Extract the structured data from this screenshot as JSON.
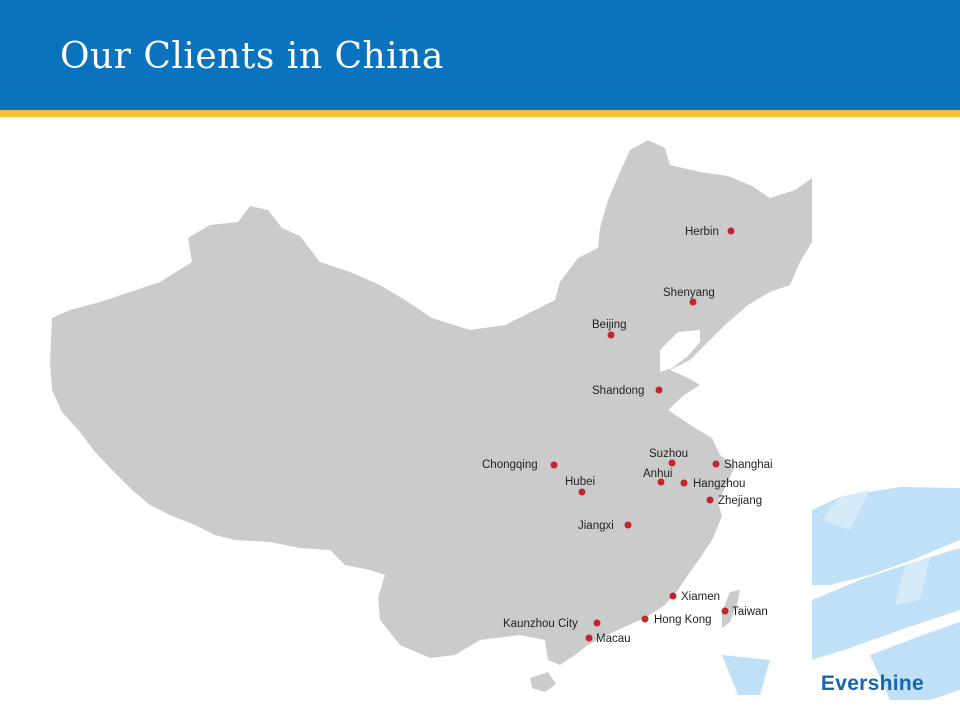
{
  "slide": {
    "title": "Our Clients in China",
    "brand": "Evershine"
  },
  "colors": {
    "header": "#0b72bd",
    "stripe": "#f7bd3a",
    "map_fill": "#cbcbcb",
    "marker": "#c4242b",
    "brand": "#1667ad"
  },
  "cities": [
    {
      "name": "Herbin"
    },
    {
      "name": "Shenyang"
    },
    {
      "name": "Beijing"
    },
    {
      "name": "Shandong"
    },
    {
      "name": "Suzhou"
    },
    {
      "name": "Shanghai"
    },
    {
      "name": "Chongqing"
    },
    {
      "name": "Anhui"
    },
    {
      "name": "Hangzhou"
    },
    {
      "name": "Hubei"
    },
    {
      "name": "Zhejiang"
    },
    {
      "name": "Jiangxi"
    },
    {
      "name": "Xiamen"
    },
    {
      "name": "Taiwan"
    },
    {
      "name": "Hong Kong"
    },
    {
      "name": "Kaunzhou City"
    },
    {
      "name": "Macau"
    }
  ]
}
